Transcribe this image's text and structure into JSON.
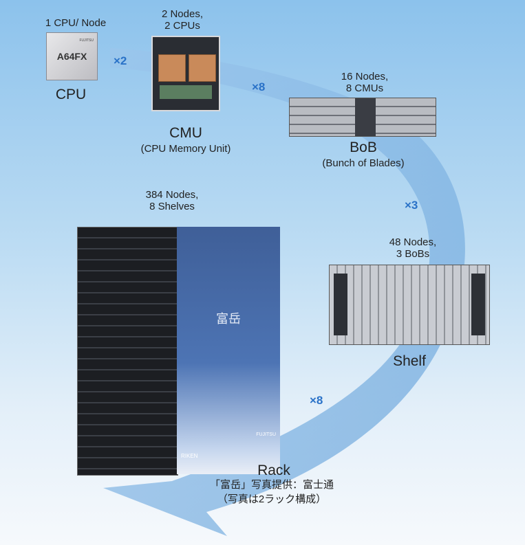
{
  "cpu": {
    "caption": "1 CPU/ Node",
    "name": "CPU",
    "chip_brand": "FUJITSU",
    "chip_model": "A64FX"
  },
  "cmu": {
    "caption": "2 Nodes,\n2 CPUs",
    "name": "CMU",
    "subtitle": "(CPU Memory Unit)"
  },
  "bob": {
    "caption": "16 Nodes,\n8 CMUs",
    "name": "BoB",
    "subtitle": "(Bunch of Blades)"
  },
  "shelf": {
    "caption": "48 Nodes,\n3 BoBs",
    "name": "Shelf"
  },
  "rack": {
    "caption": "384 Nodes,\n8 Shelves",
    "name": "Rack",
    "credit": "「富岳」写真提供：富士通",
    "note": "（写真は2ラック構成）",
    "side_logo": "富岳",
    "brand_left": "RIKEN",
    "brand_right": "FUJITSU"
  },
  "multipliers": {
    "cpu_to_cmu": "×2",
    "cmu_to_bob": "×8",
    "bob_to_shelf": "×3",
    "shelf_to_rack": "×8"
  },
  "colors": {
    "arrow": "#7eb4e2",
    "multiplier": "#2a72c8",
    "copper": "#c98a5a",
    "rack_blue": "#3f5f98"
  }
}
